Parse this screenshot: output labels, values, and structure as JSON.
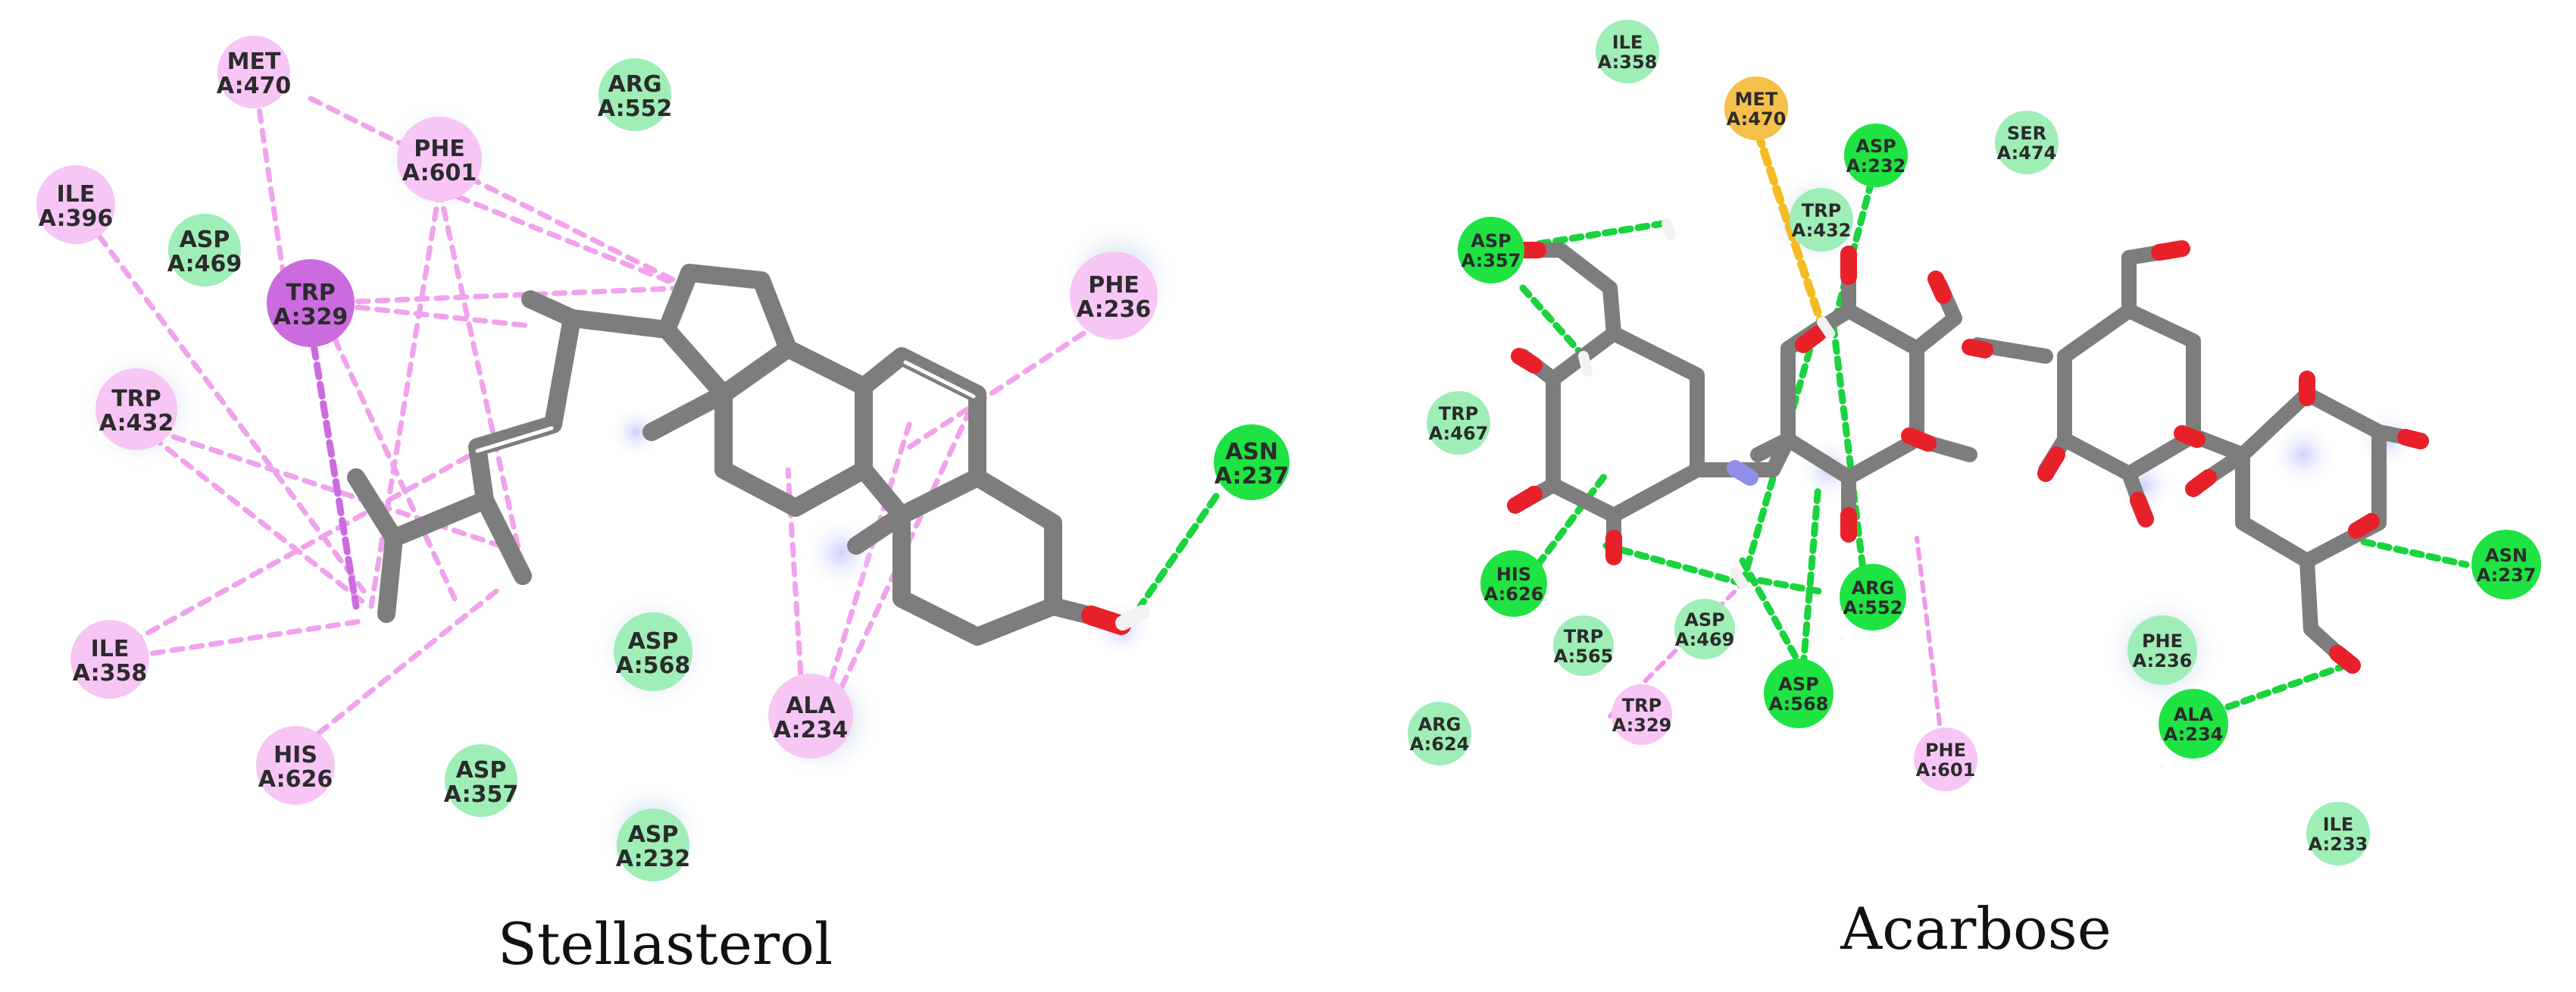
{
  "panels": [
    {
      "caption": "Stellasterol"
    },
    {
      "caption": "Acarbose"
    }
  ],
  "colors": {
    "pi_alkyl": "#f7c6f5",
    "pi_stack": "#cc6be0",
    "vdw": "#9feeb7",
    "hbond": "#1ee343",
    "unfavorable": "#f5c04a",
    "pi_line": "#f099ec",
    "hbond_line": "#19d43d",
    "bump_line": "#f4bb22",
    "bond": "#7d7d7d",
    "oxygen": "#e8202a",
    "nitrogen": "#8f8fe8",
    "hydrogen": "#ffffff"
  },
  "legend_types": [
    "pi_alkyl",
    "pi_stack",
    "vdw",
    "hbond",
    "unfavorable"
  ],
  "left_residues": [
    {
      "id": "met470",
      "name": "MET",
      "num": "A:470",
      "type": "pi_alkyl"
    },
    {
      "id": "arg552",
      "name": "ARG",
      "num": "A:552",
      "type": "vdw"
    },
    {
      "id": "phe601",
      "name": "PHE",
      "num": "A:601",
      "type": "pi_alkyl"
    },
    {
      "id": "ile396",
      "name": "ILE",
      "num": "A:396",
      "type": "pi_alkyl"
    },
    {
      "id": "asp469",
      "name": "ASP",
      "num": "A:469",
      "type": "vdw"
    },
    {
      "id": "trp329",
      "name": "TRP",
      "num": "A:329",
      "type": "pi_stack"
    },
    {
      "id": "phe236",
      "name": "PHE",
      "num": "A:236",
      "type": "pi_alkyl"
    },
    {
      "id": "trp432",
      "name": "TRP",
      "num": "A:432",
      "type": "pi_alkyl"
    },
    {
      "id": "asn237",
      "name": "ASN",
      "num": "A:237",
      "type": "hbond"
    },
    {
      "id": "ile358",
      "name": "ILE",
      "num": "A:358",
      "type": "pi_alkyl"
    },
    {
      "id": "asp568",
      "name": "ASP",
      "num": "A:568",
      "type": "vdw"
    },
    {
      "id": "ala234",
      "name": "ALA",
      "num": "A:234",
      "type": "pi_alkyl"
    },
    {
      "id": "his626",
      "name": "HIS",
      "num": "A:626",
      "type": "pi_alkyl"
    },
    {
      "id": "asp357",
      "name": "ASP",
      "num": "A:357",
      "type": "vdw"
    },
    {
      "id": "asp232",
      "name": "ASP",
      "num": "A:232",
      "type": "vdw"
    }
  ],
  "right_residues": [
    {
      "id": "ile358",
      "name": "ILE",
      "num": "A:358",
      "type": "vdw"
    },
    {
      "id": "met470",
      "name": "MET",
      "num": "A:470",
      "type": "unfavorable"
    },
    {
      "id": "asp232",
      "name": "ASP",
      "num": "A:232",
      "type": "hbond"
    },
    {
      "id": "ser474",
      "name": "SER",
      "num": "A:474",
      "type": "vdw"
    },
    {
      "id": "asp357",
      "name": "ASP",
      "num": "A:357",
      "type": "hbond"
    },
    {
      "id": "trp432",
      "name": "TRP",
      "num": "A:432",
      "type": "vdw"
    },
    {
      "id": "trp467",
      "name": "TRP",
      "num": "A:467",
      "type": "vdw"
    },
    {
      "id": "his626",
      "name": "HIS",
      "num": "A:626",
      "type": "hbond"
    },
    {
      "id": "arg552",
      "name": "ARG",
      "num": "A:552",
      "type": "hbond"
    },
    {
      "id": "asn237",
      "name": "ASN",
      "num": "A:237",
      "type": "hbond"
    },
    {
      "id": "trp565",
      "name": "TRP",
      "num": "A:565",
      "type": "vdw"
    },
    {
      "id": "asp469",
      "name": "ASP",
      "num": "A:469",
      "type": "vdw"
    },
    {
      "id": "phe236",
      "name": "PHE",
      "num": "A:236",
      "type": "vdw"
    },
    {
      "id": "ala234",
      "name": "ALA",
      "num": "A:234",
      "type": "hbond"
    },
    {
      "id": "trp329",
      "name": "TRP",
      "num": "A:329",
      "type": "pi_alkyl"
    },
    {
      "id": "asp568",
      "name": "ASP",
      "num": "A:568",
      "type": "hbond"
    },
    {
      "id": "arg624",
      "name": "ARG",
      "num": "A:624",
      "type": "vdw"
    },
    {
      "id": "phe601",
      "name": "PHE",
      "num": "A:601",
      "type": "pi_alkyl"
    },
    {
      "id": "ile233",
      "name": "ILE",
      "num": "A:233",
      "type": "vdw"
    }
  ]
}
